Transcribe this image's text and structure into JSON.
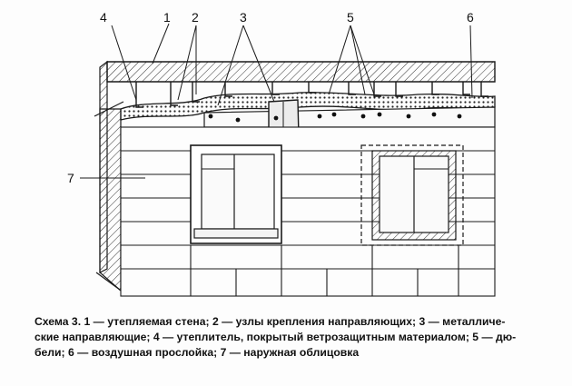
{
  "labels": {
    "l1": "1",
    "l2": "2",
    "l3": "3",
    "l4": "4",
    "l5": "5",
    "l6": "6",
    "l7": "7"
  },
  "caption": {
    "line1": "Схема 3. 1 — утепляемая стена; 2 — узлы крепления направляющих; 3 — металличе-",
    "line2": "ские направляющие; 4 — утеплитель, покрытый ветрозащитным материалом; 5 — дю-",
    "line3": "бели; 6 — воздушная прослойка; 7 — наружная облицовка"
  },
  "colors": {
    "line": "#1a1a1a",
    "hatch": "#333333",
    "background": "#fdfdfd"
  }
}
